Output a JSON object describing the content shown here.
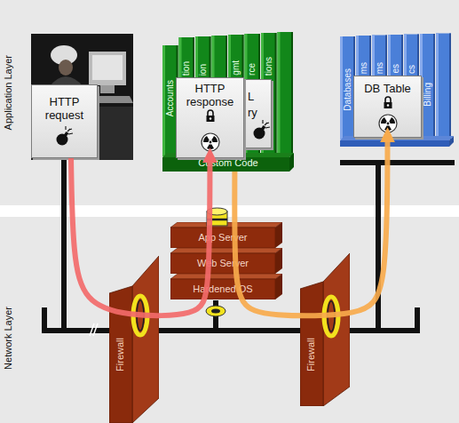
{
  "diagram": {
    "nodes": [
      {
        "text": [
          "HTTP request"
        ]
      },
      {
        "text": [
          "Accounts",
          "tion",
          "ion",
          "gmt",
          "rce",
          "tions",
          "Custom Code"
        ]
      },
      {
        "text": [
          "L",
          "ry"
        ],
        "in": 1
      },
      {
        "text": [
          "HTTP response"
        ],
        "in": 1
      },
      {
        "text": [
          "Databases",
          "ms",
          "ms",
          "es",
          "cs",
          "Billing"
        ]
      },
      {
        "text": [
          "DB Table"
        ],
        "in": 4
      },
      {
        "text": [
          "App Server"
        ]
      },
      {
        "text": [
          "Web Server"
        ]
      },
      {
        "text": [
          "Hardened OS"
        ]
      },
      {
        "text": [
          "Firewall"
        ]
      },
      {
        "text": [
          "Firewall"
        ]
      }
    ],
    "edges": [
      {
        "from": 0,
        "to": 3,
        "arrow": "to"
      },
      {
        "from": 1,
        "to": 5,
        "arrow": "to"
      }
    ],
    "labels": [
      "Application Layer",
      "Network Layer"
    ]
  }
}
